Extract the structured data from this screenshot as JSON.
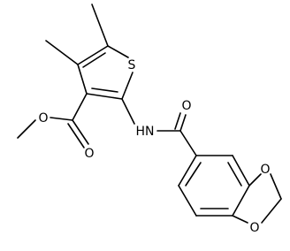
{
  "structure": {
    "atoms": {
      "sulfur": "S",
      "amide_nitrogen": "HN",
      "amide_oxygen": "O",
      "ester_carbonyl_oxygen": "O",
      "ester_ether_oxygen": "O",
      "dioxole_oxygen_top": "O",
      "dioxole_oxygen_bottom": "O"
    }
  }
}
